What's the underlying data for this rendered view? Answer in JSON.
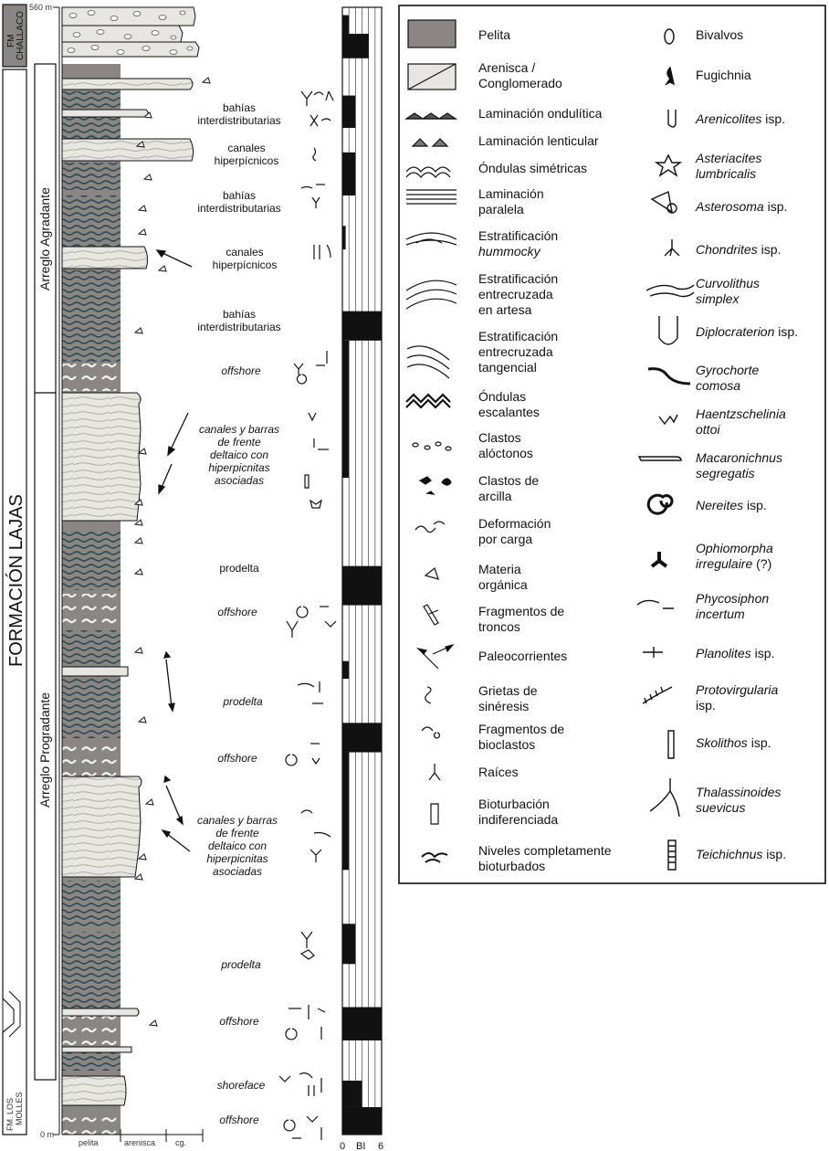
{
  "axis": {
    "top_label": "560 m",
    "bottom_label": "0 m"
  },
  "formations": {
    "lajas": "FORMACIÓN LAJAS",
    "challaco": [
      "FM",
      "CHALLACO"
    ],
    "los_molles": [
      "FM. LOS",
      "MOLLES"
    ]
  },
  "arrangements": {
    "agradante": "Arreglo Agradante",
    "progradante": "Arreglo Progradante"
  },
  "grain_scale": [
    "pelita",
    "arenisca",
    "cg."
  ],
  "bi_scale": {
    "min": "0",
    "label": "BI",
    "max": "6"
  },
  "environments": [
    {
      "lines": [
        "bahías",
        "interdistributarias"
      ],
      "italic": false
    },
    {
      "lines": [
        "canales",
        "hiperpícnicos"
      ],
      "italic": false
    },
    {
      "lines": [
        "bahías",
        "interdistributarias"
      ],
      "italic": false
    },
    {
      "lines": [
        "canales",
        "hiperpícnicos"
      ],
      "italic": false
    },
    {
      "lines": [
        "bahías",
        "interdistributarias"
      ],
      "italic": false
    },
    {
      "lines": [
        "offshore"
      ],
      "italic": true
    },
    {
      "lines": [
        "canales y barras",
        "de frente",
        "deltaico con",
        "hiperpicnitas",
        "asociadas"
      ],
      "italic": true
    },
    {
      "lines": [
        "prodelta"
      ],
      "italic": false
    },
    {
      "lines": [
        "offshore"
      ],
      "italic": true
    },
    {
      "lines": [
        "prodelta"
      ],
      "italic": true
    },
    {
      "lines": [
        "offshore"
      ],
      "italic": true
    },
    {
      "lines": [
        "canales y barras",
        "de frente",
        "deltaico con",
        "hiperpicnitas",
        "asociadas"
      ],
      "italic": true
    },
    {
      "lines": [
        "prodelta"
      ],
      "italic": true
    },
    {
      "lines": [
        "offshore"
      ],
      "italic": true
    },
    {
      "lines": [
        "shoreface"
      ],
      "italic": true
    },
    {
      "lines": [
        "offshore"
      ],
      "italic": true
    }
  ],
  "bioturbation_index": [
    {
      "from": 1048,
      "to": 1067,
      "bi": 1
    },
    {
      "from": 1067,
      "to": 1092,
      "bi": 4
    },
    {
      "from": 1092,
      "to": 1130,
      "bi": 0
    },
    {
      "from": 1130,
      "to": 1163,
      "bi": 2
    },
    {
      "from": 1163,
      "to": 1188,
      "bi": 0
    },
    {
      "from": 1188,
      "to": 1232,
      "bi": 2
    },
    {
      "from": 1232,
      "to": 1260,
      "bi": 0
    },
    {
      "from": 1263,
      "to": 1287,
      "bi": 0.5
    },
    {
      "from": 1287,
      "to": 1350,
      "bi": 0
    },
    {
      "from": 1350,
      "to": 1380,
      "bi": 6
    },
    {
      "from": 1380,
      "to": 1520,
      "bi": 1
    },
    {
      "from": 1520,
      "to": 1610,
      "bi": 0
    },
    {
      "from": 1610,
      "to": 1650,
      "bi": 6
    },
    {
      "from": 1650,
      "to": 1707,
      "bi": 0
    },
    {
      "from": 1707,
      "to": 1725,
      "bi": 1
    },
    {
      "from": 1725,
      "to": 1770,
      "bi": 0
    },
    {
      "from": 1770,
      "to": 1800,
      "bi": 6
    },
    {
      "from": 1800,
      "to": 1920,
      "bi": 1
    },
    {
      "from": 1920,
      "to": 1975,
      "bi": 0
    },
    {
      "from": 1975,
      "to": 2016,
      "bi": 2
    },
    {
      "from": 2016,
      "to": 2060,
      "bi": 0
    },
    {
      "from": 2060,
      "to": 2094,
      "bi": 6
    },
    {
      "from": 2094,
      "to": 2135,
      "bi": 0
    },
    {
      "from": 2135,
      "to": 2162,
      "bi": 3
    },
    {
      "from": 2162,
      "to": 2190,
      "bi": 6
    }
  ],
  "legend": {
    "left": [
      {
        "icon": "pelita",
        "lines": [
          {
            "t": "Pelita"
          }
        ]
      },
      {
        "icon": "arenisca",
        "lines": [
          {
            "t": "Arenisca /"
          },
          {
            "t": "Conglomerado"
          }
        ]
      },
      {
        "icon": "ondulitica",
        "lines": [
          {
            "t": "Laminación ondulítica"
          }
        ]
      },
      {
        "icon": "lenticular",
        "lines": [
          {
            "t": "Laminación lenticular"
          }
        ]
      },
      {
        "icon": "ondulas-simetricas",
        "lines": [
          {
            "t": "Óndulas simétricas"
          }
        ]
      },
      {
        "icon": "paralela",
        "lines": [
          {
            "t": "Laminación"
          },
          {
            "t": "paralela"
          }
        ]
      },
      {
        "icon": "hummocky",
        "lines": [
          {
            "t": "Estratificación"
          },
          {
            "t": "hummocky",
            "i": true
          }
        ]
      },
      {
        "icon": "artesa",
        "lines": [
          {
            "t": "Estratificación"
          },
          {
            "t": "entrecruzada"
          },
          {
            "t": "en artesa"
          }
        ]
      },
      {
        "icon": "tangencial",
        "lines": [
          {
            "t": "Estratificación"
          },
          {
            "t": "entrecruzada"
          },
          {
            "t": "tangencial"
          }
        ]
      },
      {
        "icon": "escalantes",
        "lines": [
          {
            "t": "Óndulas"
          },
          {
            "t": "escalantes"
          }
        ]
      },
      {
        "icon": "clastos-aloctonos",
        "lines": [
          {
            "t": "Clastos"
          },
          {
            "t": "alóctonos"
          }
        ]
      },
      {
        "icon": "clastos-arcilla",
        "lines": [
          {
            "t": "Clastos de"
          },
          {
            "t": "arcilla"
          }
        ]
      },
      {
        "icon": "deformacion",
        "lines": [
          {
            "t": "Deformación"
          },
          {
            "t": "por carga"
          }
        ]
      },
      {
        "icon": "materia-organica",
        "lines": [
          {
            "t": "Materia"
          },
          {
            "t": "orgánica"
          }
        ]
      },
      {
        "icon": "troncos",
        "lines": [
          {
            "t": "Fragmentos de"
          },
          {
            "t": "troncos"
          }
        ]
      },
      {
        "icon": "paleocorrientes",
        "lines": [
          {
            "t": "Paleocorrientes"
          }
        ]
      },
      {
        "icon": "grietas",
        "lines": [
          {
            "t": "Grietas de"
          },
          {
            "t": "sinéresis"
          }
        ]
      },
      {
        "icon": "bioclastos",
        "lines": [
          {
            "t": "Fragmentos de"
          },
          {
            "t": "bioclastos"
          }
        ]
      },
      {
        "icon": "raices",
        "lines": [
          {
            "t": "Raíces"
          }
        ]
      },
      {
        "icon": "bioturbacion",
        "lines": [
          {
            "t": "Bioturbación"
          },
          {
            "t": "indiferenciada"
          }
        ]
      },
      {
        "icon": "niveles",
        "lines": [
          {
            "t": "Niveles completamente"
          },
          {
            "t": "bioturbados"
          }
        ]
      }
    ],
    "right": [
      {
        "icon": "bivalvos",
        "lines": [
          {
            "t": "Bivalvos"
          }
        ]
      },
      {
        "icon": "fugichnia",
        "lines": [
          {
            "t": "Fugichnia"
          }
        ]
      },
      {
        "icon": "arenicolites",
        "lines": [
          {
            "t": "Arenicolites",
            "i": true
          },
          {
            "t": " isp."
          }
        ]
      },
      {
        "icon": "asteriacites",
        "lines": [
          {
            "t": "Asteriacites",
            "i": true
          },
          {
            "t": "lumbricalis",
            "i": true,
            "nl": true
          }
        ]
      },
      {
        "icon": "asterosoma",
        "lines": [
          {
            "t": "Asterosoma",
            "i": true
          },
          {
            "t": " isp."
          }
        ]
      },
      {
        "icon": "chondrites",
        "lines": [
          {
            "t": "Chondrites",
            "i": true
          },
          {
            "t": " isp."
          }
        ]
      },
      {
        "icon": "curvolithus",
        "lines": [
          {
            "t": "Curvolithus",
            "i": true
          },
          {
            "t": "simplex",
            "i": true,
            "nl": true
          }
        ]
      },
      {
        "icon": "diplocraterion",
        "lines": [
          {
            "t": "Diplocraterion",
            "i": true
          },
          {
            "t": " isp."
          }
        ]
      },
      {
        "icon": "gyrochorte",
        "lines": [
          {
            "t": "Gyrochorte",
            "i": true
          },
          {
            "t": "comosa",
            "i": true,
            "nl": true
          }
        ]
      },
      {
        "icon": "haentzschelinia",
        "lines": [
          {
            "t": "Haentzschelinia",
            "i": true
          },
          {
            "t": "ottoi",
            "i": true,
            "nl": true
          }
        ]
      },
      {
        "icon": "macaronichnus",
        "lines": [
          {
            "t": "Macaronichnus",
            "i": true
          },
          {
            "t": "segregatis",
            "i": true,
            "nl": true
          }
        ]
      },
      {
        "icon": "nereites",
        "lines": [
          {
            "t": "Nereites",
            "i": true
          },
          {
            "t": " isp."
          }
        ]
      },
      {
        "icon": "ophiomorpha",
        "lines": [
          {
            "t": "Ophiomorpha",
            "i": true
          },
          {
            "t": "irregulaire",
            "i": true,
            "nl": true
          },
          {
            "t": " (?)"
          }
        ]
      },
      {
        "icon": "phycosiphon",
        "lines": [
          {
            "t": "Phycosiphon",
            "i": true
          },
          {
            "t": "incertum",
            "i": true,
            "nl": true
          }
        ]
      },
      {
        "icon": "planolites",
        "lines": [
          {
            "t": "Planolites",
            "i": true
          },
          {
            "t": " isp."
          }
        ]
      },
      {
        "icon": "protovirgularia",
        "lines": [
          {
            "t": "Protovirgularia",
            "i": true
          },
          {
            "t": "isp.",
            "nl": true
          }
        ]
      },
      {
        "icon": "skolithos",
        "lines": [
          {
            "t": "Skolithos",
            "i": true
          },
          {
            "t": " isp."
          }
        ]
      },
      {
        "icon": "thalassinoides",
        "lines": [
          {
            "t": "Thalassinoides",
            "i": true
          },
          {
            "t": "suevicus",
            "i": true,
            "nl": true
          }
        ]
      },
      {
        "icon": "teichichnus",
        "lines": [
          {
            "t": "Teichichnus",
            "i": true
          },
          {
            "t": " isp."
          }
        ]
      }
    ]
  },
  "colors": {
    "pelita": "#8a8682",
    "arenisca": "#e8e6e0",
    "laminae": "#3a5a63",
    "bi_fill": "#111111",
    "line": "#111111"
  }
}
